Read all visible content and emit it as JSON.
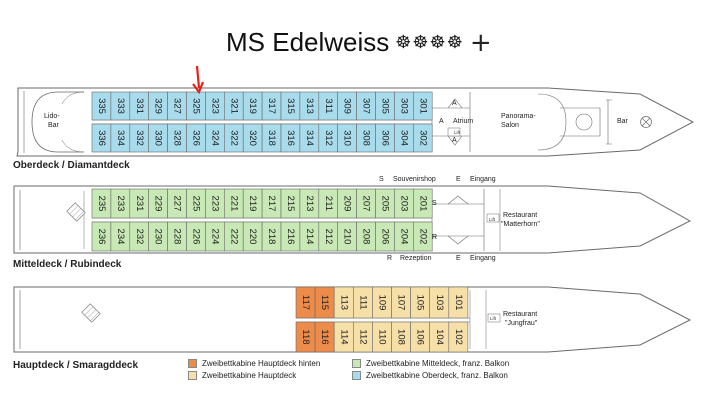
{
  "title": "MS Edelweiss",
  "rating_symbols": "☸☸☸☸",
  "rating_plus": "+",
  "colors": {
    "hull_bg": "#ffffff",
    "hull_line": "#6a6a6a",
    "oberdeck": "#a8dbeb",
    "mitteldeck": "#c8e8b5",
    "hauptdeck_hinten": "#ec8b4a",
    "hauptdeck": "#f7dfa8",
    "marker": "#e3221c"
  },
  "decks": {
    "oberdeck": {
      "label": "Oberdeck / Diamantdeck",
      "top_row": [
        "335",
        "333",
        "331",
        "329",
        "327",
        "325",
        "323",
        "321",
        "319",
        "317",
        "315",
        "313",
        "311",
        "309",
        "307",
        "305",
        "303",
        "301"
      ],
      "bottom_row": [
        "336",
        "334",
        "332",
        "330",
        "328",
        "326",
        "324",
        "322",
        "320",
        "318",
        "316",
        "314",
        "312",
        "310",
        "308",
        "306",
        "304",
        "302"
      ],
      "lido": "Lido-\nBar",
      "lido_line1": "Lido-",
      "lido_line2": "Bar",
      "atrium": "Atrium",
      "a_label": "A",
      "panorama_line1": "Panorama-",
      "panorama_line2": "Salon",
      "bar": "Bar"
    },
    "mitteldeck": {
      "label": "Mitteldeck / Rubindeck",
      "top_row": [
        "235",
        "233",
        "231",
        "229",
        "227",
        "225",
        "223",
        "221",
        "219",
        "217",
        "215",
        "213",
        "211",
        "209",
        "207",
        "205",
        "203",
        "201"
      ],
      "bottom_row": [
        "236",
        "234",
        "232",
        "230",
        "228",
        "226",
        "224",
        "222",
        "220",
        "218",
        "216",
        "214",
        "212",
        "210",
        "208",
        "206",
        "204",
        "202"
      ],
      "s_label": "S",
      "souvenir": "Souvenirshop",
      "e_label": "E",
      "eingang": "Eingang",
      "r_label": "R",
      "rezeption": "Rezeption",
      "restaurant_line1": "Restaurant",
      "restaurant_line2": "\"Matterhorn\""
    },
    "hauptdeck": {
      "label": "Hauptdeck / Smaragddeck",
      "top_row": [
        "117",
        "115",
        "113",
        "111",
        "109",
        "107",
        "105",
        "103",
        "101"
      ],
      "bottom_row": [
        "118",
        "116",
        "114",
        "112",
        "110",
        "108",
        "106",
        "104",
        "102"
      ],
      "restaurant_line1": "Restaurant",
      "restaurant_line2": "\"Jungfrau\""
    }
  },
  "legend": [
    {
      "label": "Zweibettkabine Hauptdeck hinten",
      "color": "#ec8b4a"
    },
    {
      "label": "Zweibettkabine Hauptdeck",
      "color": "#f7dfa8"
    },
    {
      "label": "Zweibettkabine Mitteldeck, franz. Balkon",
      "color": "#c8e8b5"
    },
    {
      "label": "Zweibettkabine Oberdeck, franz. Balkon",
      "color": "#a8dbeb"
    }
  ],
  "lift_label": "Lift"
}
